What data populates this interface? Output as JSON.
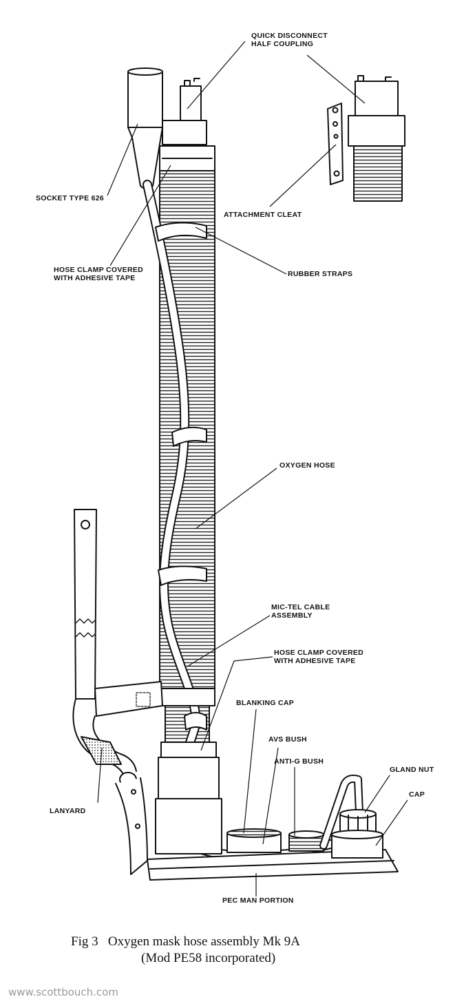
{
  "labels": {
    "quick_disconnect": "QUICK DISCONNECT\nHALF COUPLING",
    "socket_type": "SOCKET TYPE 626",
    "attachment_cleat": "ATTACHMENT CLEAT",
    "hose_clamp_top": "HOSE CLAMP COVERED\nWITH ADHESIVE TAPE",
    "rubber_straps": "RUBBER STRAPS",
    "oxygen_hose": "OXYGEN HOSE",
    "mic_tel": "MIC-TEL CABLE\nASSEMBLY",
    "hose_clamp_bottom": "HOSE CLAMP COVERED\nWITH ADHESIVE TAPE",
    "blanking_cap": "BLANKING CAP",
    "avs_bush": "AVS BUSH",
    "anti_g_bush": "ANTI-G BUSH",
    "gland_nut": "GLAND NUT",
    "cap": "CAP",
    "lanyard": "LANYARD",
    "pec_man_portion": "PEC MAN PORTION"
  },
  "caption": {
    "line1": "Fig 3   Oxygen mask hose assembly Mk 9A",
    "line2": "(Mod PE58 incorporated)"
  },
  "watermark": "www.scottbouch.com"
}
